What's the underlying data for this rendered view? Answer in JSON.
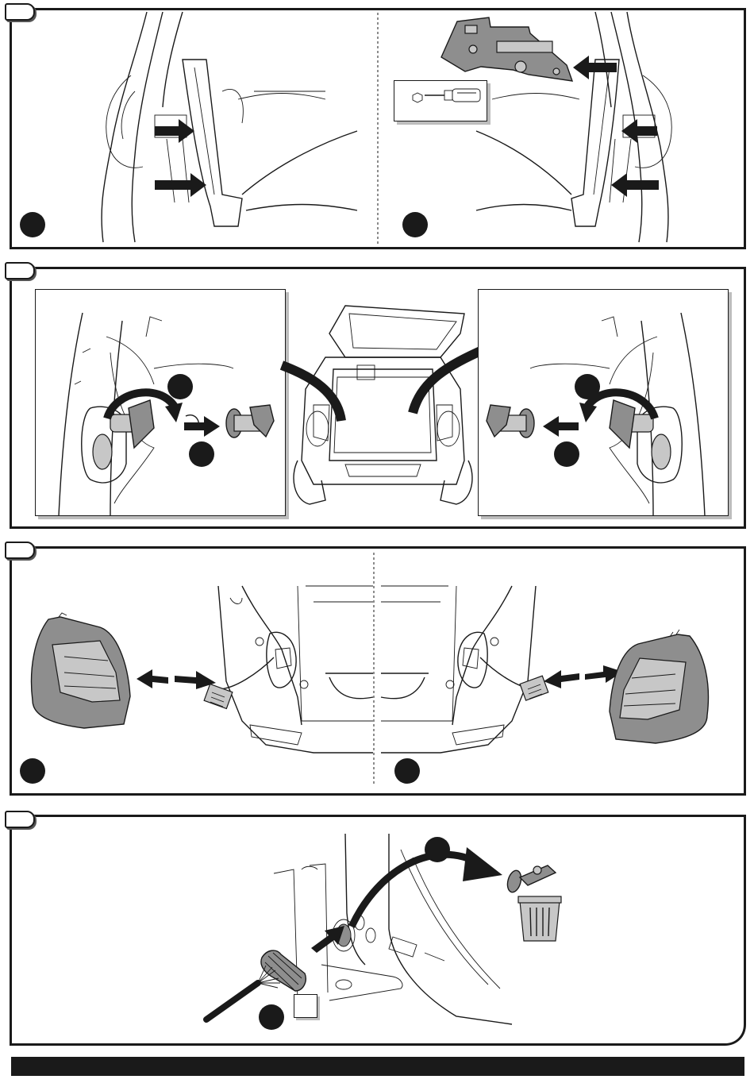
{
  "colors": {
    "ink": "#1a1a1a",
    "part_fill": "#8e8e8e",
    "light_fill": "#c7c7c7",
    "shadow": "#bdbdbd"
  },
  "steps": [
    {
      "id": "step-1",
      "icons": [
        "trim-panel-icon",
        "push-arrow-icon",
        "screwdriver-icon",
        "step-marker-icon"
      ]
    },
    {
      "id": "step-2",
      "icons": [
        "rotate-arrow-icon",
        "knob-icon",
        "car-rear-icon"
      ]
    },
    {
      "id": "step-3",
      "icons": [
        "tail-lamp-icon",
        "connector-icon",
        "double-arrow-icon"
      ]
    },
    {
      "id": "step-4",
      "icons": [
        "grommet-icon",
        "cable-icon",
        "trash-bin-icon"
      ]
    }
  ]
}
